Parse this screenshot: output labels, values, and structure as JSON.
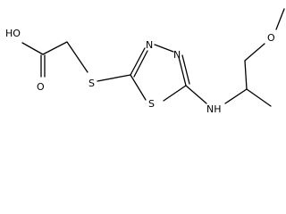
{
  "molecule": {
    "atoms": {
      "oh": "HO",
      "carbonyl_o": "O",
      "thioether_s": "S",
      "ring_n1": "N",
      "ring_n2": "N",
      "ring_s": "S",
      "amine": "NH",
      "ether_o": "O"
    }
  }
}
